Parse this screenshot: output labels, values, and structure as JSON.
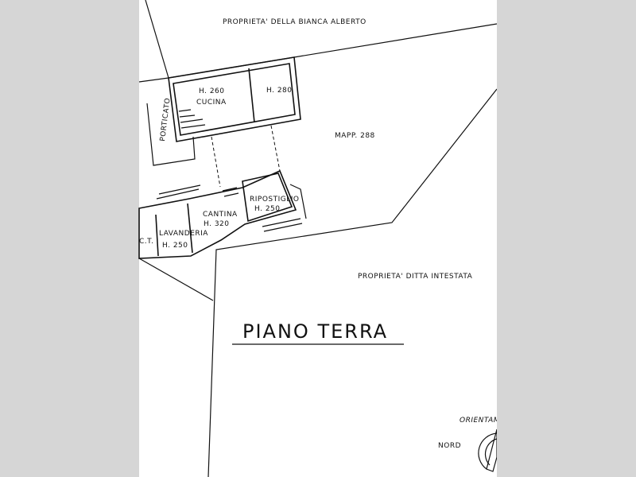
{
  "plan": {
    "title": "PIANO TERRA",
    "property_north": "PROPRIETA' DELLA BIANCA ALBERTO",
    "property_south": "PROPRIETA' DITTA INTESTATA",
    "parcel": "MAPP. 288",
    "orientation_label": "ORIENTAM",
    "north_label": "NORD"
  },
  "rooms": [
    {
      "name": "CUCINA",
      "height": "H. 260"
    },
    {
      "name": "",
      "height": "H. 280"
    },
    {
      "name": "PORTICATO",
      "height": ""
    },
    {
      "name": "CANTINA",
      "height": "H. 320"
    },
    {
      "name": "RIPOSTIGLIO",
      "height": "H. 250"
    },
    {
      "name": "LAVANDERIA",
      "height": "H. 250"
    },
    {
      "name": "C.T.",
      "height": ""
    }
  ]
}
